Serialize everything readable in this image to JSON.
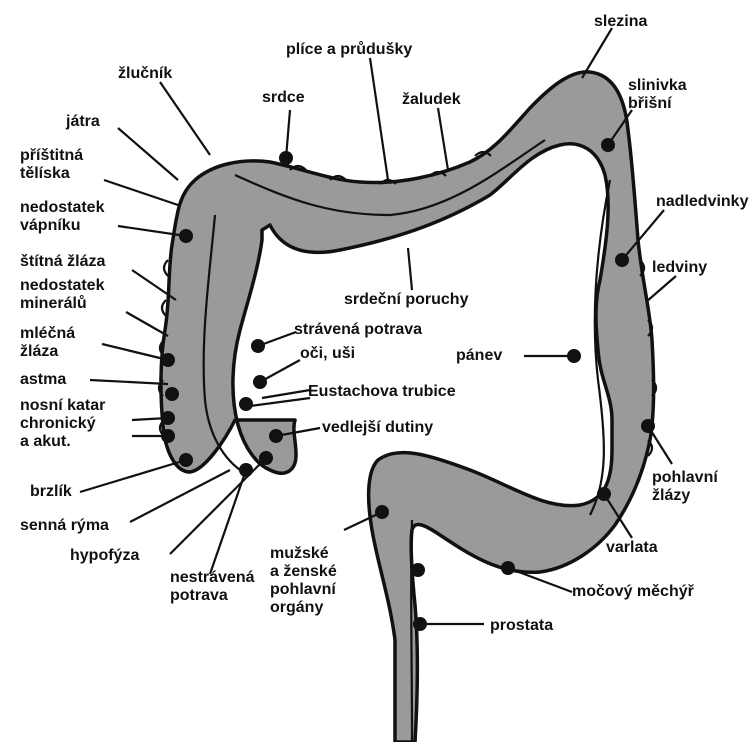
{
  "diagram": {
    "colors": {
      "intestine_fill": "#9a9a9a",
      "intestine_outline": "#111111",
      "ink": "#111111",
      "background": "#ffffff"
    },
    "labels": {
      "slezina": "slezina",
      "plice": "plíce a průdušky",
      "zlucnik": "žlučník",
      "srdce": "srdce",
      "zaludek": "žaludek",
      "slinivka_1": "slinivka",
      "slinivka_2": "břišní",
      "jatra": "játra",
      "pristitna_1": "příštitná",
      "pristitna_2": "tělíska",
      "nedostatek_vapniku_1": "nedostatek",
      "nedostatek_vapniku_2": "vápníku",
      "nadledvinky": "nadledvinky",
      "stitna": "štítná žláza",
      "ledviny": "ledviny",
      "nedostatek_mineralu_1": "nedostatek",
      "nedostatek_mineralu_2": "minerálů",
      "srdecni_poruchy": "srdeční poruchy",
      "strávena": "strávená potrava",
      "mlecna_1": "mléčná",
      "mlecna_2": "žláza",
      "oci_usi": "oči, uši",
      "panev": "pánev",
      "astma": "astma",
      "eustachova": "Eustachova trubice",
      "nosni_1": "nosní katar",
      "nosni_2": "chronický",
      "nosni_3": "a akut.",
      "vedlejsi": "vedlejší dutiny",
      "pohlavni_zlazy_1": "pohlavní",
      "pohlavni_zlazy_2": "žlázy",
      "brzlik": "brzlík",
      "senna": "senná rýma",
      "varlata": "varlata",
      "muzske_1": "mužské",
      "muzske_2": "a ženské",
      "muzske_3": "pohlavní",
      "muzske_4": "orgány",
      "hypofyza": "hypofýza",
      "mocovy": "močový měchýř",
      "nestravena_1": "nestrávená",
      "nestravena_2": "potrava",
      "prostata": "prostata"
    }
  }
}
